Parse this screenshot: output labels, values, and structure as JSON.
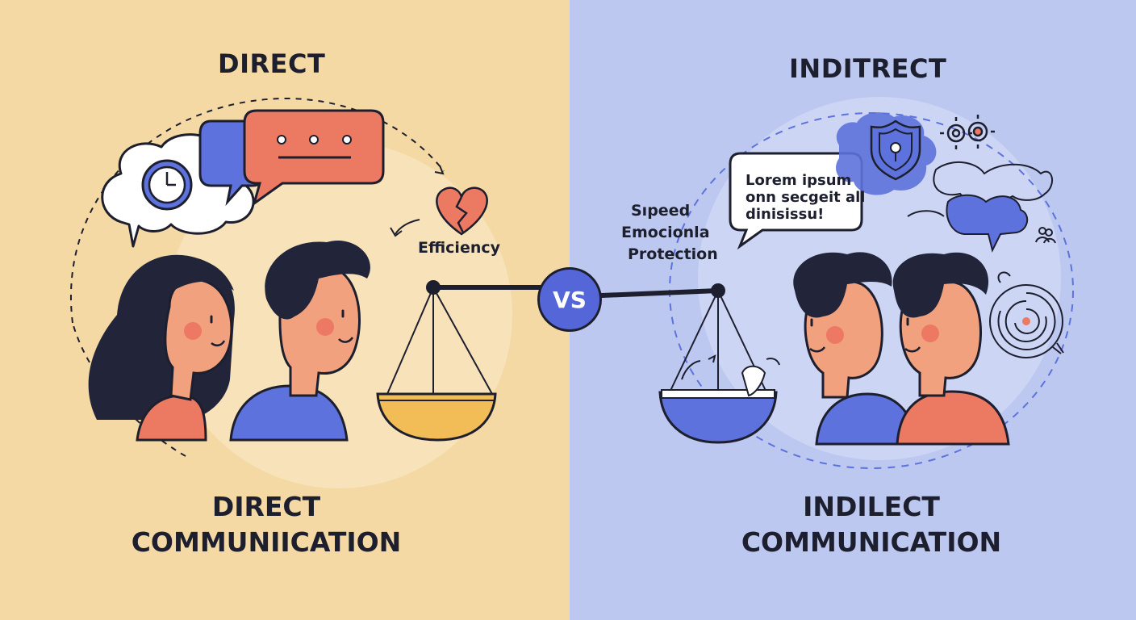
{
  "left": {
    "title": "DIRECT",
    "label_efficiency": "Efficiency",
    "bottom_line1": "DIRECT",
    "bottom_line2": "COMMUNIICATION"
  },
  "right": {
    "title": "INDITRECT",
    "bubble_lines": [
      "Lorem ipsum",
      "onn secgeit all",
      "dinisissu!"
    ],
    "label_speed": "Sıpeed",
    "label_emotional": "Emocionla",
    "label_protection": "Protection",
    "bottom_line1": "INDILECT",
    "bottom_line2": "COMMUNICATION"
  },
  "center": {
    "vs": "VS"
  },
  "colors": {
    "left_bg": "#f5d9a4",
    "right_bg": "#bcc8ef",
    "coral": "#ec7a63",
    "blue": "#5d72dc",
    "yellow": "#f2bd57",
    "outline": "#1d1f2e"
  },
  "icons": [
    "clock-icon",
    "speech-bubble-icon",
    "broken-heart-icon",
    "balance-scale-icon",
    "shield-icon",
    "gears-icon",
    "maze-icon",
    "people-icon",
    "cloud-icon"
  ]
}
